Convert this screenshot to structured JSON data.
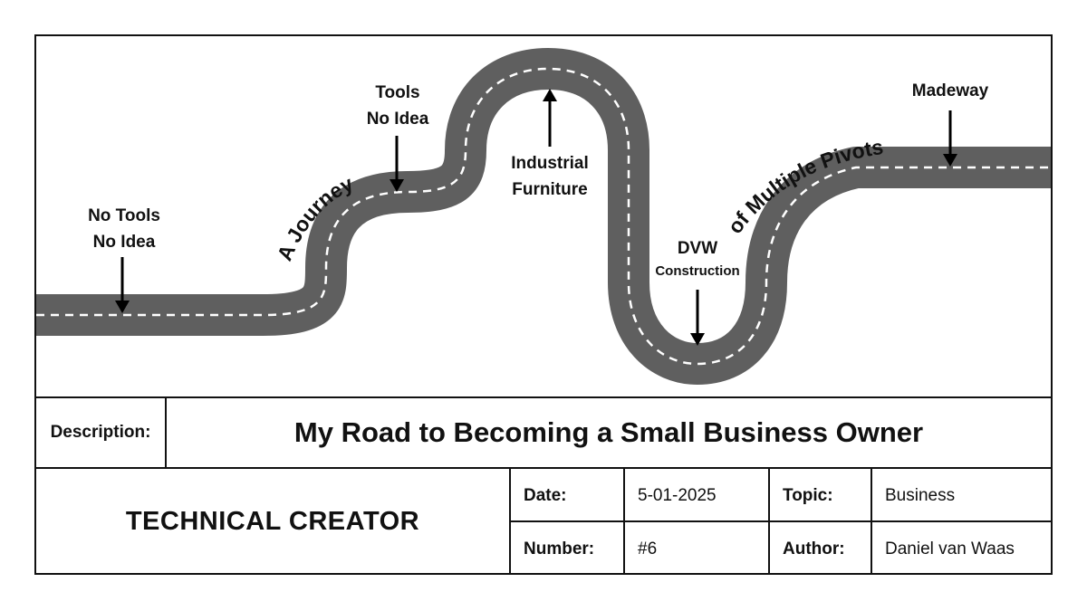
{
  "diagram": {
    "road_color": "#5f5f5f",
    "dash_color": "#ffffff",
    "arrow_color": "#000000",
    "milestones": [
      {
        "id": "no-tools",
        "lines": [
          "No Tools",
          "No Idea"
        ]
      },
      {
        "id": "tools",
        "lines": [
          "Tools",
          "No Idea"
        ]
      },
      {
        "id": "industrial",
        "lines": [
          "Industrial",
          "Furniture"
        ]
      },
      {
        "id": "dvw",
        "lines": [
          "DVW",
          "Construction"
        ]
      },
      {
        "id": "madeway",
        "lines": [
          "Madeway"
        ]
      }
    ],
    "curved_text": [
      "A Journey",
      "of Multiple Pivots"
    ]
  },
  "description": {
    "label": "Description:",
    "title": "My Road to Becoming a Small Business Owner"
  },
  "meta": {
    "brand": "TECHNICAL CREATOR",
    "date_label": "Date:",
    "date_value": "5-01-2025",
    "topic_label": "Topic:",
    "topic_value": "Business",
    "number_label": "Number:",
    "number_value": "#6",
    "author_label": "Author:",
    "author_value": "Daniel van Waas"
  }
}
